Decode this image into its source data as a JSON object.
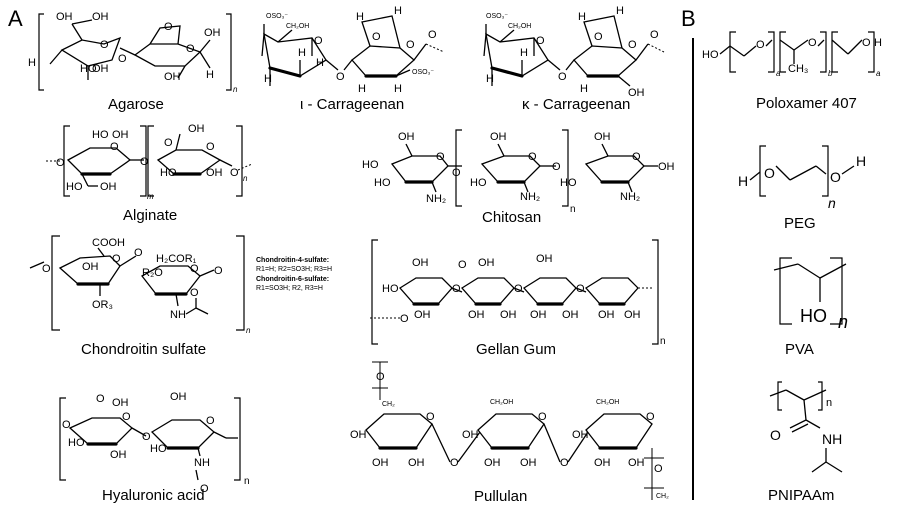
{
  "panels": {
    "a": "A",
    "b": "B"
  },
  "captions": {
    "agarose": "Agarose",
    "iota": "ι - Carrageenan",
    "kappa": "κ - Carrageenan",
    "alginate": "Alginate",
    "chitosan": "Chitosan",
    "chondroitin": "Chondroitin sulfate",
    "gellan": "Gellan Gum",
    "hyaluronic": "Hyaluronic acid",
    "pullulan": "Pullulan",
    "poloxamer": "Poloxamer 407",
    "peg": "PEG",
    "pva": "PVA",
    "pnipaam": "PNIPAAm"
  },
  "chondroitin_note": {
    "line1": "Chondroitin-4-sulfate:",
    "line2": "R1=H; R2=SO3H; R3=H",
    "line3": "Chondroitin-6-sulfate:",
    "line4": "R1=SO3H; R2, R3=H"
  },
  "labels": {
    "oh": "OH",
    "ho": "HO",
    "h": "H",
    "o": "O",
    "oso3": "OSO₃⁻",
    "ch2oh": "CH₂OH",
    "cooh": "COOH",
    "h2cor1": "H₂COR₁",
    "r2o": "R₂O",
    "or3": "OR₃",
    "nh2": "NH₂",
    "nh": "NH",
    "n": "n",
    "m": "m",
    "a": "a",
    "b": "b",
    "ch3": "CH₃",
    "ch2": "CH₂"
  }
}
